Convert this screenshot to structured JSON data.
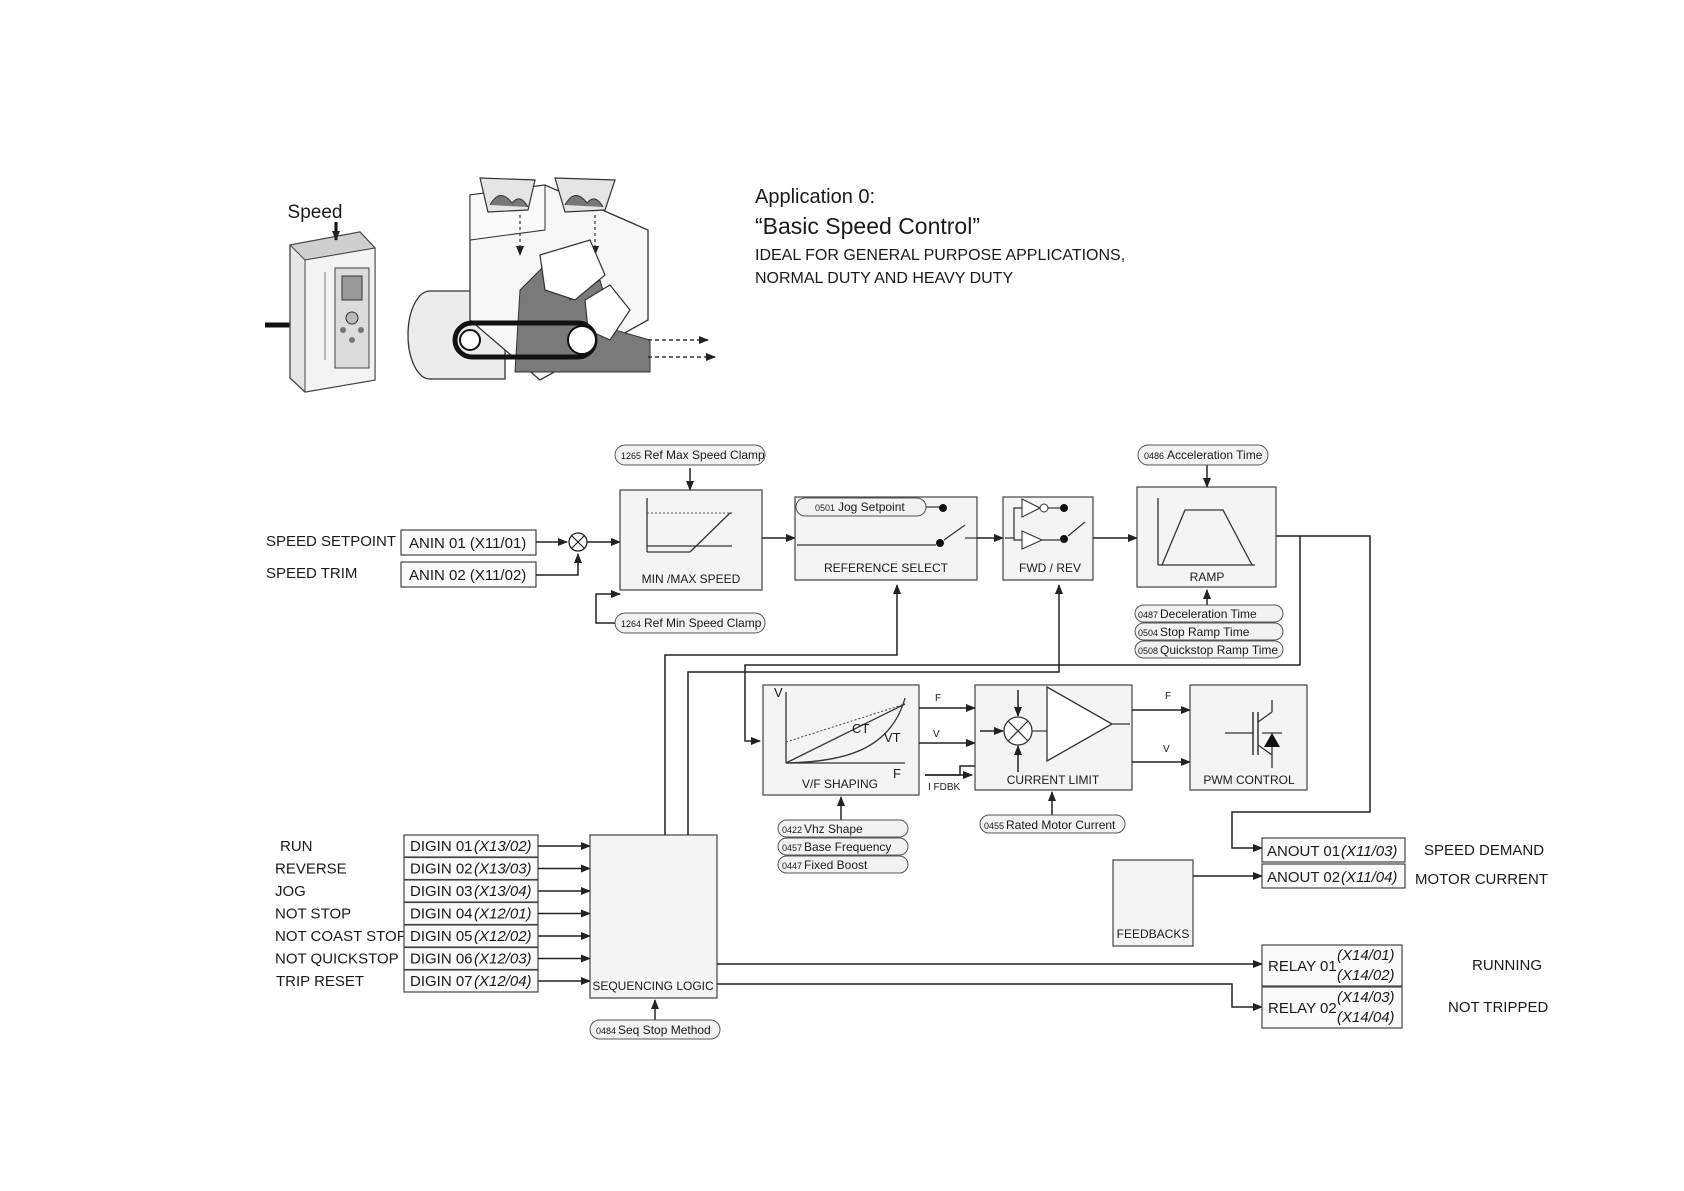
{
  "header": {
    "speed_label": "Speed",
    "title_line1": "Application 0:",
    "title_line2": "“Basic Speed Control”",
    "subtitle_line1": "IDEAL FOR GENERAL PURPOSE APPLICATIONS,",
    "subtitle_line2": "NORMAL DUTY AND HEAVY DUTY"
  },
  "inputs": {
    "speed_setpoint": "SPEED SETPOINT",
    "speed_trim": "SPEED TRIM",
    "anin01": "ANIN 01 (X11/01)",
    "anin02": "ANIN 02 (X11/02)"
  },
  "digital": [
    {
      "label": "RUN",
      "term": "DIGIN 01",
      "pin": "(X13/02)"
    },
    {
      "label": "REVERSE",
      "term": "DIGIN 02",
      "pin": "(X13/03)"
    },
    {
      "label": "JOG",
      "term": "DIGIN 03",
      "pin": "(X13/04)"
    },
    {
      "label": "NOT STOP",
      "term": "DIGIN 04",
      "pin": "(X12/01)"
    },
    {
      "label": "NOT COAST STOP",
      "term": "DIGIN 05",
      "pin": "(X12/02)"
    },
    {
      "label": "NOT QUICKSTOP",
      "term": "DIGIN 06",
      "pin": "(X12/03)"
    },
    {
      "label": "TRIP RESET",
      "term": "DIGIN 07",
      "pin": "(X12/04)"
    }
  ],
  "blocks": {
    "minmax": "MIN /MAX SPEED",
    "refsel": "REFERENCE SELECT",
    "fwdrev": "FWD / REV",
    "ramp": "RAMP",
    "vf": "V/F SHAPING",
    "curlim": "CURRENT LIMIT",
    "pwm": "PWM CONTROL",
    "seq": "SEQUENCING LOGIC",
    "feedbacks": "FEEDBACKS"
  },
  "params": {
    "maxclamp": {
      "num": "1265",
      "name": "Ref Max Speed Clamp"
    },
    "minclamp": {
      "num": "1264",
      "name": "Ref Min Speed Clamp"
    },
    "jog": {
      "num": "0501",
      "name": "Jog Setpoint"
    },
    "accel": {
      "num": "0486",
      "name": "Acceleration Time"
    },
    "decel": {
      "num": "0487",
      "name": "Deceleration Time"
    },
    "stopramp": {
      "num": "0504",
      "name": "Stop Ramp Time"
    },
    "qsramp": {
      "num": "0508",
      "name": "Quickstop Ramp Time"
    },
    "vhz": {
      "num": "0422",
      "name": "Vhz Shape"
    },
    "basefreq": {
      "num": "0457",
      "name": "Base Frequency"
    },
    "boost": {
      "num": "0447",
      "name": "Fixed Boost"
    },
    "ratedcur": {
      "num": "0455",
      "name": "Rated Motor Current"
    },
    "seqstop": {
      "num": "0484",
      "name": "Seq Stop Method"
    }
  },
  "graph_labels": {
    "v": "V",
    "f": "F",
    "ct": "CT",
    "vt": "VT",
    "ifdbk": "I FDBK"
  },
  "outputs": {
    "anout01": "ANOUT 01",
    "anout01_pin": "(X11/03)",
    "speed_demand": "SPEED DEMAND",
    "anout02": "ANOUT 02",
    "anout02_pin": "(X11/04)",
    "motor_current": "MOTOR CURRENT",
    "relay01": "RELAY 01",
    "relay01_pin_a": "(X14/01)",
    "relay01_pin_b": "(X14/02)",
    "running": "RUNNING",
    "relay02": "RELAY 02",
    "relay02_pin_a": "(X14/03)",
    "relay02_pin_b": "(X14/04)",
    "not_tripped": "NOT TRIPPED"
  }
}
